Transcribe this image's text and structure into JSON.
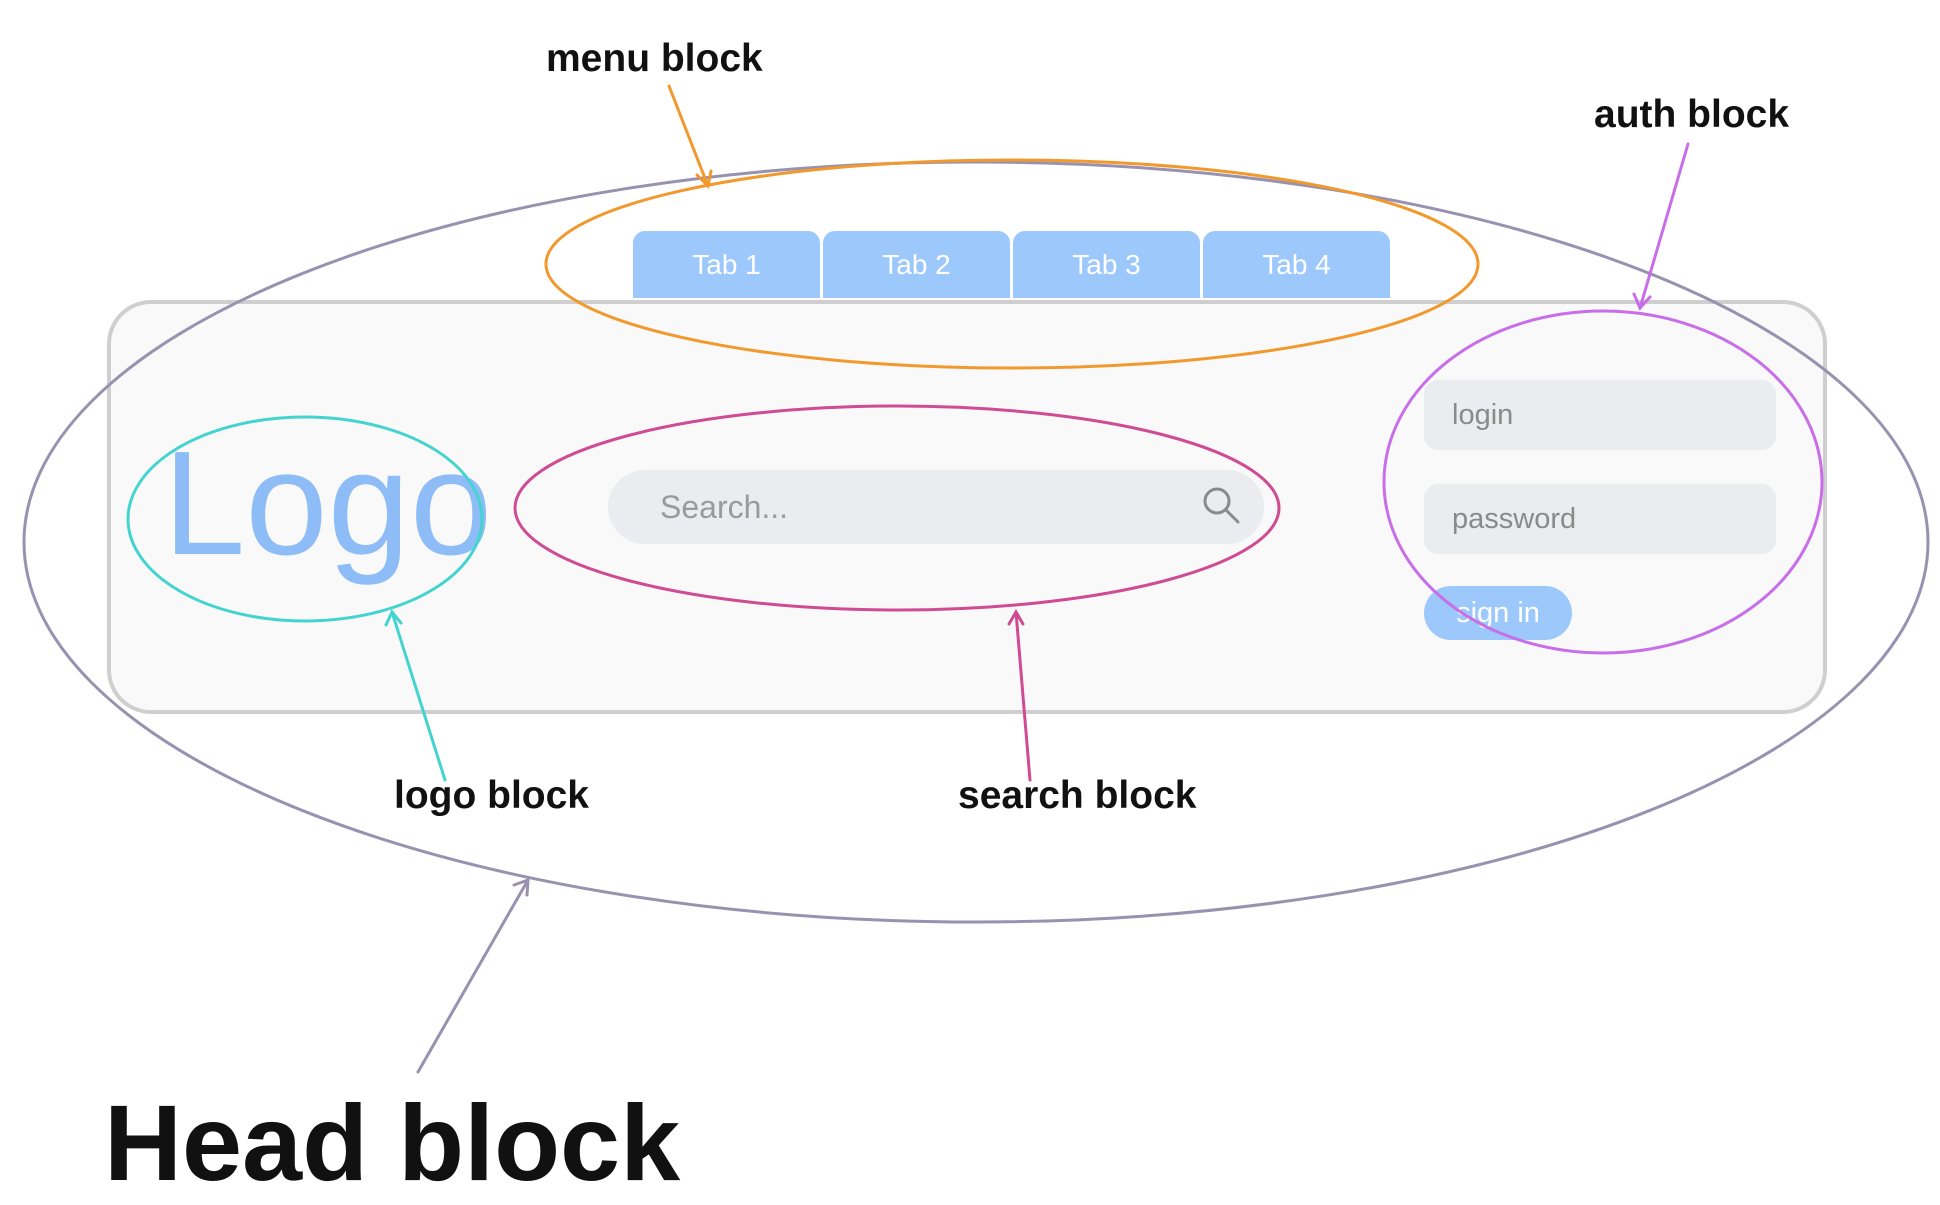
{
  "labels": {
    "menu": "menu block",
    "auth": "auth block",
    "logo": "logo block",
    "search": "search block",
    "head": "Head block"
  },
  "tabs": [
    "Tab 1",
    "Tab 2",
    "Tab 3",
    "Tab 4"
  ],
  "logo_text": "Logo",
  "search": {
    "placeholder": "Search..."
  },
  "auth": {
    "login": "login",
    "password": "password",
    "button": "sign in"
  },
  "colors": {
    "head_ellipse": "#9892b0",
    "menu_ellipse": "#f2992e",
    "auth_ellipse": "#c86ee8",
    "logo_ellipse": "#43d4d0",
    "search_ellipse": "#cf4b94",
    "tab_fill": "#9dc8fc",
    "logo_text": "#8dbcf7",
    "field_fill": "#ebecef"
  },
  "icons": {
    "search": "search-icon"
  }
}
